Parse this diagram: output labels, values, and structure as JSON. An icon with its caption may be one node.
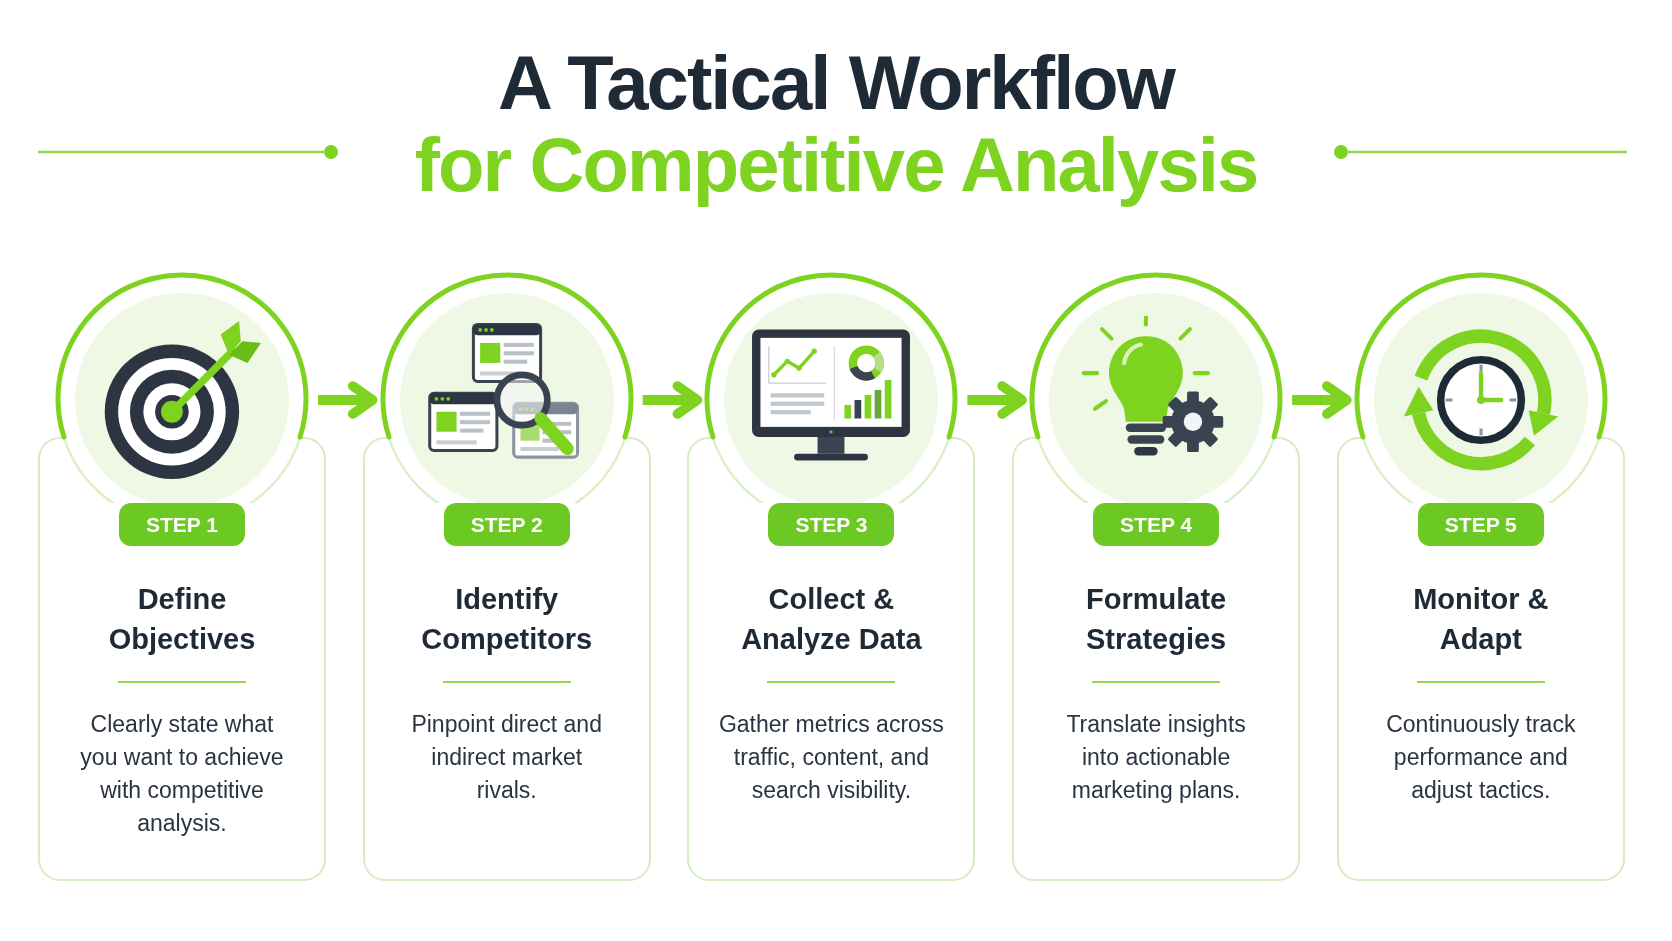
{
  "diagram": {
    "title": "A Tactical Workflow",
    "nodes": [
      {
        "text": [
          "Define Objectives",
          "Clearly state what you want to achieve with competitive analysis."
        ]
      },
      {
        "text": [],
        "shape": "circle"
      },
      {
        "text": [
          "STEP 1"
        ],
        "in": 0
      },
      {
        "text": [
          "Identify Competitors",
          "Pinpoint direct and indirect market rivals."
        ]
      },
      {
        "text": [],
        "shape": "circle"
      },
      {
        "text": [
          "STEP 2"
        ],
        "in": 3
      },
      {
        "text": [
          "Collect & Analyze Data",
          "Gather metrics across traffic, content, and search visibility."
        ]
      },
      {
        "text": [],
        "shape": "circle"
      },
      {
        "text": [
          "STEP 3"
        ],
        "in": 6
      },
      {
        "text": [
          "Formulate Strategies",
          "Translate insights into actionable marketing plans."
        ]
      },
      {
        "text": [],
        "shape": "circle"
      },
      {
        "text": [
          "STEP 4"
        ],
        "in": 9
      },
      {
        "text": [
          "Monitor & Adapt",
          "Continuously track performance and adjust tactics."
        ]
      },
      {
        "text": [],
        "shape": "circle"
      },
      {
        "text": [
          "STEP 5"
        ],
        "in": 12
      }
    ],
    "edges": [
      {
        "from": 1,
        "to": 4,
        "arrow": "to"
      },
      {
        "from": 4,
        "to": 7,
        "arrow": "to"
      },
      {
        "from": 7,
        "to": 10,
        "arrow": "to"
      },
      {
        "from": 10,
        "to": 13,
        "arrow": "to"
      }
    ],
    "labels": [
      "for Competitive Analysis"
    ]
  }
}
